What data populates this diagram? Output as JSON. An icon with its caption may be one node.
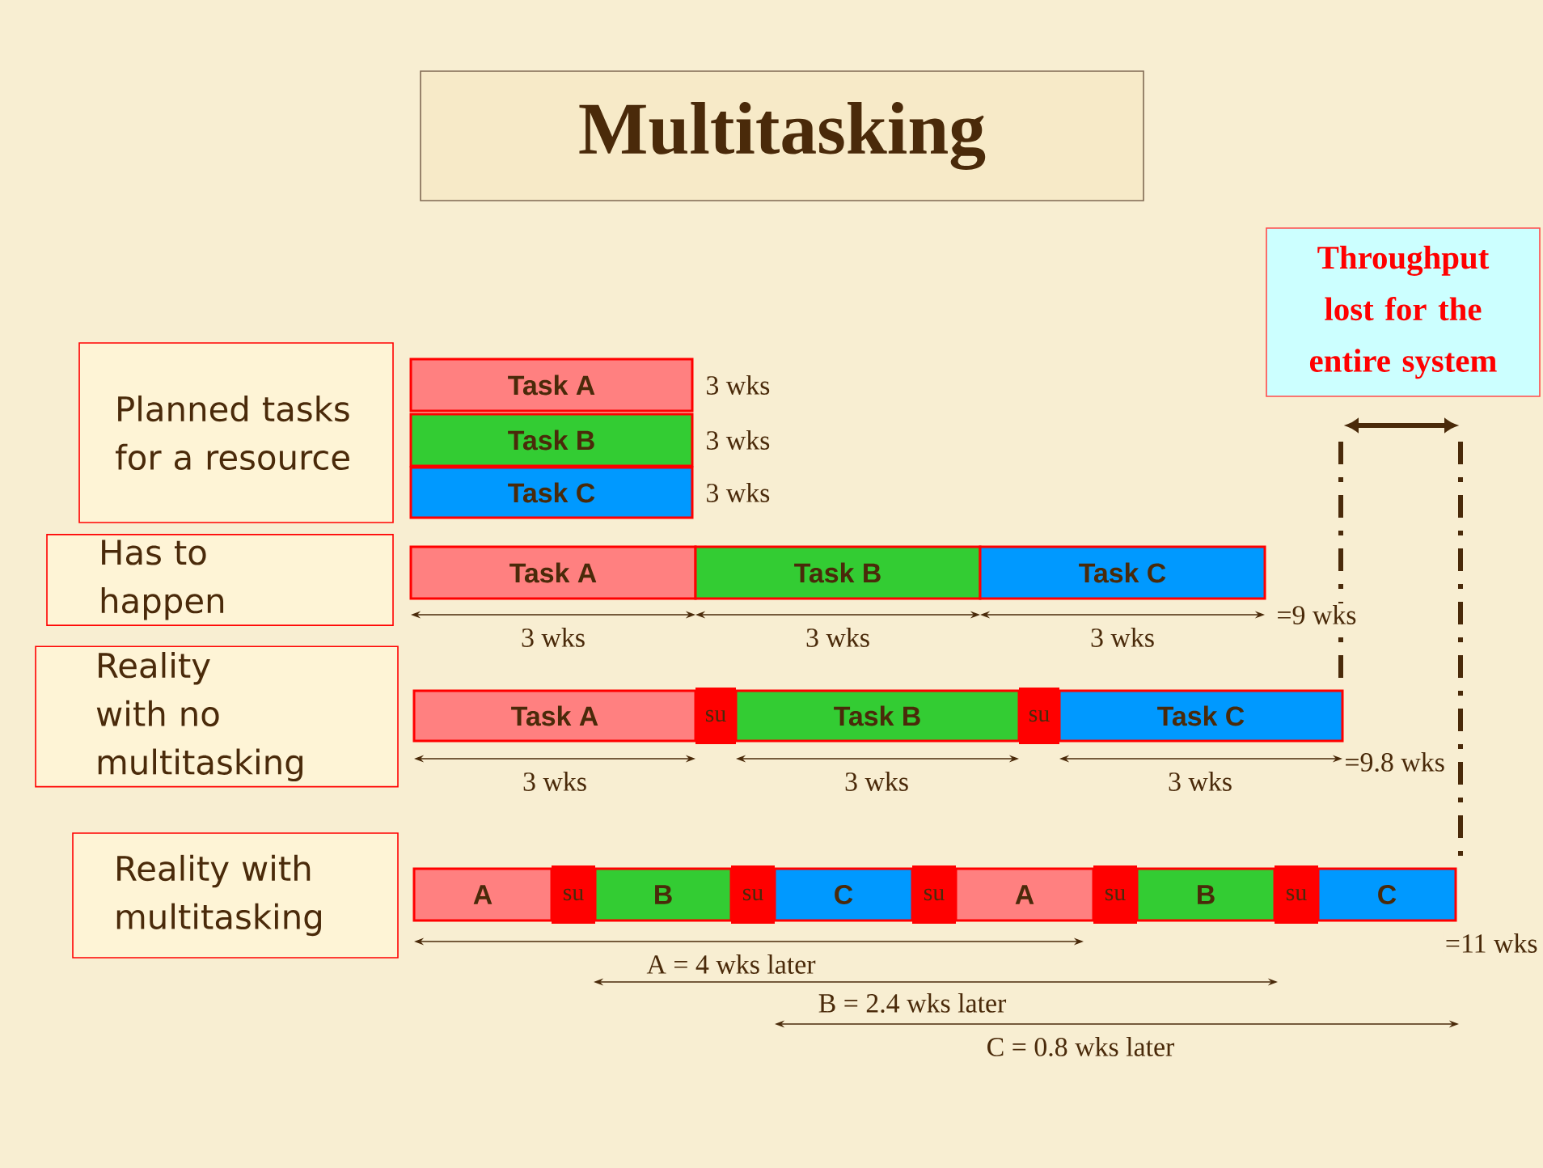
{
  "diagram": {
    "title": "Multitasking",
    "nodes": [
      {
        "text": [
          "Throughput lost for the entire system"
        ]
      },
      {
        "text": [
          "Planned tasks for a resource"
        ]
      },
      {
        "text": [
          "Task A"
        ],
        "beside": [
          "3 wks"
        ]
      },
      {
        "text": [
          "Task B"
        ],
        "beside": [
          "3 wks"
        ]
      },
      {
        "text": [
          "Task C"
        ],
        "beside": [
          "3 wks"
        ]
      },
      {
        "text": [
          "Has to happen"
        ]
      },
      {
        "text": [
          "Task A"
        ]
      },
      {
        "text": [
          "Task B"
        ]
      },
      {
        "text": [
          "Task C"
        ]
      },
      {
        "text": [
          "Reality with no multitasking"
        ]
      },
      {
        "text": [
          "Task A"
        ]
      },
      {
        "text": [
          "su"
        ]
      },
      {
        "text": [
          "Task B"
        ]
      },
      {
        "text": [
          "su"
        ]
      },
      {
        "text": [
          "Task C"
        ]
      },
      {
        "text": [
          "Reality with multitasking"
        ]
      },
      {
        "text": [
          "A"
        ]
      },
      {
        "text": [
          "su"
        ]
      },
      {
        "text": [
          "B"
        ]
      },
      {
        "text": [
          "su"
        ]
      },
      {
        "text": [
          "C"
        ]
      },
      {
        "text": [
          "su"
        ]
      },
      {
        "text": [
          "A"
        ]
      },
      {
        "text": [
          "su"
        ]
      },
      {
        "text": [
          "B"
        ]
      },
      {
        "text": [
          "su"
        ]
      },
      {
        "text": [
          "C"
        ]
      }
    ],
    "labels": [
      "3 wks",
      "3 wks",
      "3 wks",
      "=9 wks",
      "3 wks",
      "3 wks",
      "3 wks",
      "=9.8 wks",
      "=11 wks",
      "A = 4 wks later",
      "B = 2.4 wks later",
      "C = 0.8 wks later"
    ]
  }
}
